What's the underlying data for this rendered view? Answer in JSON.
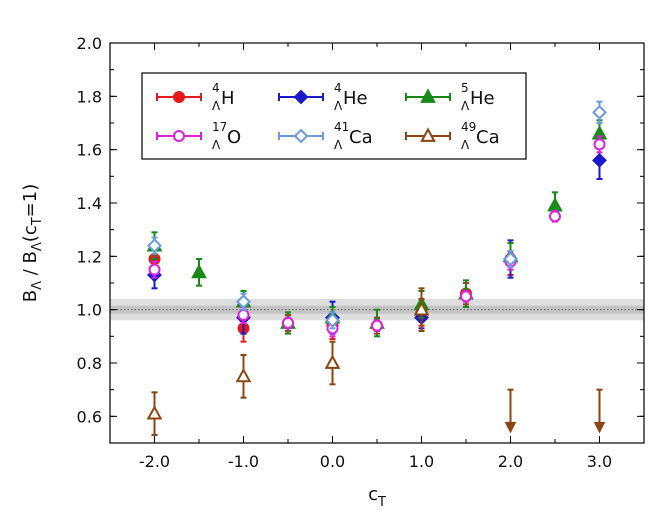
{
  "chart_data": {
    "type": "scatter",
    "title": "",
    "xlabel": {
      "main": "c",
      "sub": "T"
    },
    "ylabel": {
      "b": "B",
      "sub1": "Λ",
      "mid": " / B",
      "sub2": "Λ",
      "paren": "(c",
      "sub3": "T",
      "tail": "=1)"
    },
    "xlim": [
      -2.5,
      3.5
    ],
    "ylim": [
      0.5,
      2.0
    ],
    "xticks": [
      -2.0,
      -1.0,
      0.0,
      1.0,
      2.0,
      3.0
    ],
    "xtick_labels": [
      "-2.0",
      "-1.0",
      "0.0",
      "1.0",
      "2.0",
      "3.0"
    ],
    "yticks": [
      0.6,
      0.8,
      1.0,
      1.2,
      1.4,
      1.6,
      1.8,
      2.0
    ],
    "ytick_labels": [
      "0.6",
      "0.8",
      "1.0",
      "1.2",
      "1.4",
      "1.6",
      "1.8",
      "2.0"
    ],
    "grid": false,
    "legend_position": "top-left",
    "reference_band": {
      "center": 1.0,
      "inner": [
        0.985,
        1.015
      ],
      "outer": [
        0.96,
        1.04
      ]
    },
    "series": [
      {
        "id": "h4",
        "mass": "4",
        "sub": "Λ",
        "element": "H",
        "color": "#e41a1c",
        "marker": "circle",
        "filled": true,
        "points": [
          {
            "x": -2.0,
            "y": 1.19,
            "err": 0.05
          },
          {
            "x": -1.0,
            "y": 0.93,
            "err": 0.05
          },
          {
            "x": -0.5,
            "y": 0.95,
            "err": 0.03
          },
          {
            "x": 0.0,
            "y": 0.94,
            "err": 0.05
          },
          {
            "x": 0.5,
            "y": 0.94,
            "err": 0.03
          },
          {
            "x": 1.0,
            "y": 0.99,
            "err": 0.05
          },
          {
            "x": 1.5,
            "y": 1.06,
            "err": 0.04
          },
          {
            "x": 2.0,
            "y": 1.19,
            "err": 0.06
          }
        ]
      },
      {
        "id": "he4",
        "mass": "4",
        "sub": "Λ",
        "element": "He",
        "color": "#1a1acc",
        "marker": "diamond",
        "filled": true,
        "points": [
          {
            "x": -2.0,
            "y": 1.13,
            "err": 0.05
          },
          {
            "x": -1.0,
            "y": 0.97,
            "err": 0.06
          },
          {
            "x": 0.0,
            "y": 0.97,
            "err": 0.06
          },
          {
            "x": 1.0,
            "y": 0.97,
            "err": 0.04
          },
          {
            "x": 2.0,
            "y": 1.19,
            "err": 0.07
          },
          {
            "x": 3.0,
            "y": 1.56,
            "err": 0.07
          }
        ]
      },
      {
        "id": "he5",
        "mass": "5",
        "sub": "Λ",
        "element": "He",
        "color": "#178a17",
        "marker": "triangle",
        "filled": true,
        "points": [
          {
            "x": -2.0,
            "y": 1.24,
            "err": 0.05
          },
          {
            "x": -1.5,
            "y": 1.14,
            "err": 0.05
          },
          {
            "x": -1.0,
            "y": 1.03,
            "err": 0.04
          },
          {
            "x": -0.5,
            "y": 0.95,
            "err": 0.04
          },
          {
            "x": 0.0,
            "y": 0.97,
            "err": 0.04
          },
          {
            "x": 0.5,
            "y": 0.95,
            "err": 0.05
          },
          {
            "x": 1.0,
            "y": 1.02,
            "err": 0.05
          },
          {
            "x": 1.5,
            "y": 1.06,
            "err": 0.05
          },
          {
            "x": 2.0,
            "y": 1.2,
            "err": 0.05
          },
          {
            "x": 2.5,
            "y": 1.39,
            "err": 0.05
          },
          {
            "x": 3.0,
            "y": 1.66,
            "err": 0.05
          }
        ]
      },
      {
        "id": "o17",
        "mass": "17",
        "sub": "Λ",
        "element": "O",
        "color": "#dd22dd",
        "marker": "circle",
        "filled": false,
        "points": [
          {
            "x": -2.0,
            "y": 1.15,
            "err": 0.03
          },
          {
            "x": -1.0,
            "y": 0.98,
            "err": 0.03
          },
          {
            "x": -0.5,
            "y": 0.95,
            "err": 0.02
          },
          {
            "x": 0.0,
            "y": 0.93,
            "err": 0.03
          },
          {
            "x": 0.5,
            "y": 0.94,
            "err": 0.02
          },
          {
            "x": 1.5,
            "y": 1.05,
            "err": 0.02
          },
          {
            "x": 2.0,
            "y": 1.18,
            "err": 0.03
          },
          {
            "x": 2.5,
            "y": 1.35,
            "err": 0.02
          },
          {
            "x": 3.0,
            "y": 1.62,
            "err": 0.03
          }
        ]
      },
      {
        "id": "ca41",
        "mass": "41",
        "sub": "Λ",
        "element": "Ca",
        "color": "#6a9ae2",
        "marker": "diamond",
        "filled": false,
        "points": [
          {
            "x": -2.0,
            "y": 1.24,
            "err": 0.03
          },
          {
            "x": -1.0,
            "y": 1.03,
            "err": 0.03
          },
          {
            "x": 0.0,
            "y": 0.96,
            "err": 0.03
          },
          {
            "x": 2.0,
            "y": 1.19,
            "err": 0.03
          },
          {
            "x": 3.0,
            "y": 1.74,
            "err": 0.04
          }
        ]
      },
      {
        "id": "ca49",
        "mass": "49",
        "sub": "Λ",
        "element": "Ca",
        "color": "#8b4513",
        "marker": "triangle",
        "filled": false,
        "points": [
          {
            "x": -2.0,
            "y": 0.61,
            "err": 0.08
          },
          {
            "x": -1.0,
            "y": 0.75,
            "err": 0.08
          },
          {
            "x": 0.0,
            "y": 0.8,
            "err": 0.08
          },
          {
            "x": 1.0,
            "y": 1.0,
            "err": 0.08
          }
        ],
        "upper_limits": [
          {
            "x": 2.0,
            "y_from": 0.7,
            "y_to": 0.54
          },
          {
            "x": 3.0,
            "y_from": 0.7,
            "y_to": 0.54
          }
        ]
      }
    ]
  }
}
